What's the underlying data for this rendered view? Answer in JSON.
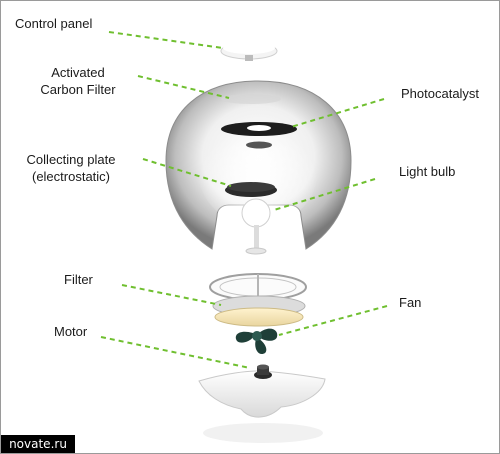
{
  "labels": {
    "control_panel": "Control panel",
    "carbon_filter_line1": "Activated",
    "carbon_filter_line2": "Carbon Filter",
    "photocatalyst": "Photocatalyst",
    "collecting_plate_line1": "Collecting plate",
    "collecting_plate_line2": "(electrostatic)",
    "light_bulb": "Light bulb",
    "filter": "Filter",
    "fan": "Fan",
    "motor": "Motor"
  },
  "watermark": "novate.ru",
  "colors": {
    "leader_line": "#6fbf2f",
    "text": "#1b1b1b",
    "dark_disc": "#222222",
    "fan_blade": "#1f3f38"
  }
}
